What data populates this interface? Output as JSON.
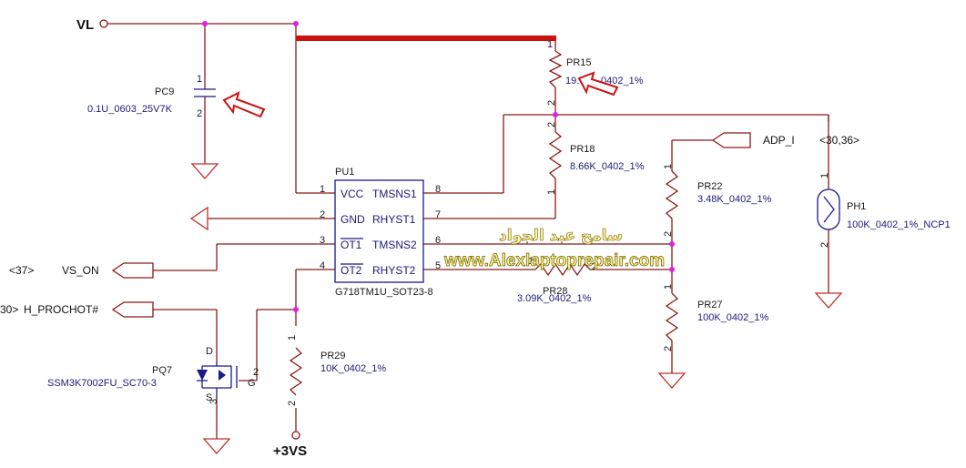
{
  "nets": {
    "vl": "VL",
    "adp_i": "ADP_I",
    "adp_i_ref": "<30,36>",
    "vs_on": "VS_ON",
    "vs_on_ref": "<37>",
    "h_prochot": "H_PROCHOT#",
    "h_prochot_ref": "30>",
    "v3": "+3VS"
  },
  "ic": {
    "ref": "PU1",
    "part": "G718TM1U_SOT23-8",
    "left_pins": [
      {
        "num": "1",
        "name": "VCC"
      },
      {
        "num": "2",
        "name": "GND"
      },
      {
        "num": "3",
        "name": "OT1"
      },
      {
        "num": "4",
        "name": "OT2"
      }
    ],
    "right_pins": [
      {
        "num": "8",
        "name": "TMSNS1"
      },
      {
        "num": "7",
        "name": "RHYST1"
      },
      {
        "num": "6",
        "name": "TMSNS2"
      },
      {
        "num": "5",
        "name": "RHYST2"
      }
    ]
  },
  "components": {
    "pc9": {
      "ref": "PC9",
      "value": "0.1U_0603_25V7K"
    },
    "pr15": {
      "ref": "PR15",
      "value": "19.",
      "value_tail": "0402_1%"
    },
    "pr18": {
      "ref": "PR18",
      "value": "8.66K_0402_1%"
    },
    "pr22": {
      "ref": "PR22",
      "value": "3.48K_0402_1%"
    },
    "ph1": {
      "ref": "PH1",
      "value": "100K_0402_1%_NCP1"
    },
    "pr28": {
      "ref": "PR28",
      "value": "3.09K_0402_1%"
    },
    "pr27": {
      "ref": "PR27",
      "value": "100K_0402_1%"
    },
    "pr29": {
      "ref": "PR29",
      "value": "10K_0402_1%"
    },
    "pq7": {
      "ref": "PQ7",
      "value": "SSM3K7002FU_SC70-3"
    }
  },
  "pin_numbers": {
    "one": "1",
    "two": "2",
    "three": "3",
    "d": "D",
    "s": "S",
    "g": "G"
  },
  "watermark": {
    "arabic": "سامح عبد الجواد",
    "url": "www.Alexlaptoprepair.com"
  },
  "colors": {
    "wire": "#8b1a1a",
    "component_body": "#1a1a8b",
    "junction": "#e020e0",
    "annotation_arrow": "#cc1111",
    "highlight_bar": "#cc1111"
  }
}
